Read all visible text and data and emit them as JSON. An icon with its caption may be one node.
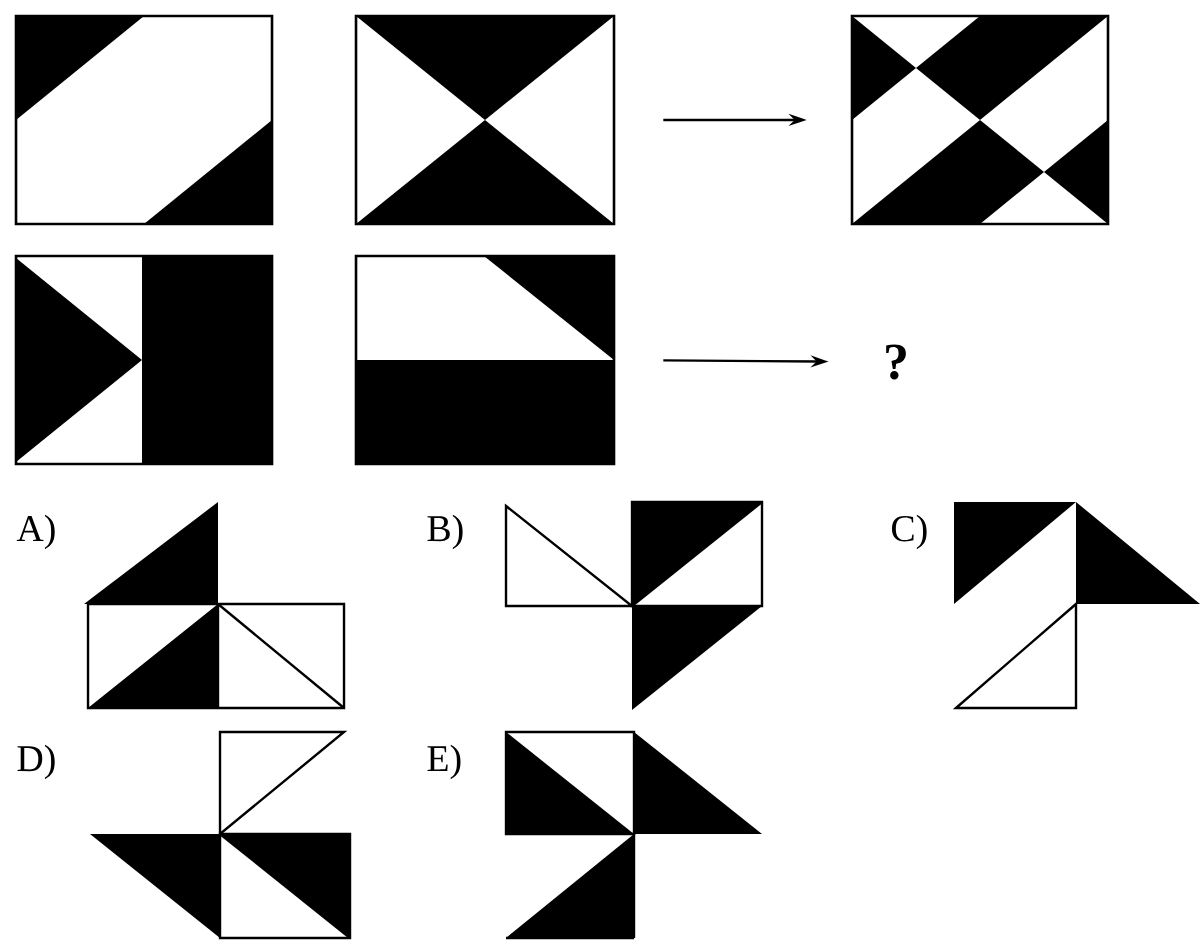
{
  "diagram": {
    "nodes": [
      {
        "text": [],
        "shape": "picture"
      },
      {
        "text": [],
        "shape": "picture"
      },
      {
        "text": [],
        "shape": "picture"
      },
      {
        "text": [],
        "shape": "picture"
      },
      {
        "text": [],
        "shape": "picture"
      },
      {
        "text": [
          "?"
        ]
      }
    ],
    "edges": [
      {
        "from": 1,
        "to": 2,
        "arrow": "to"
      },
      {
        "from": 4,
        "to": 5,
        "arrow": "to"
      }
    ],
    "labels": [
      "A)",
      "B)",
      "C)",
      "D)",
      "E)"
    ]
  }
}
